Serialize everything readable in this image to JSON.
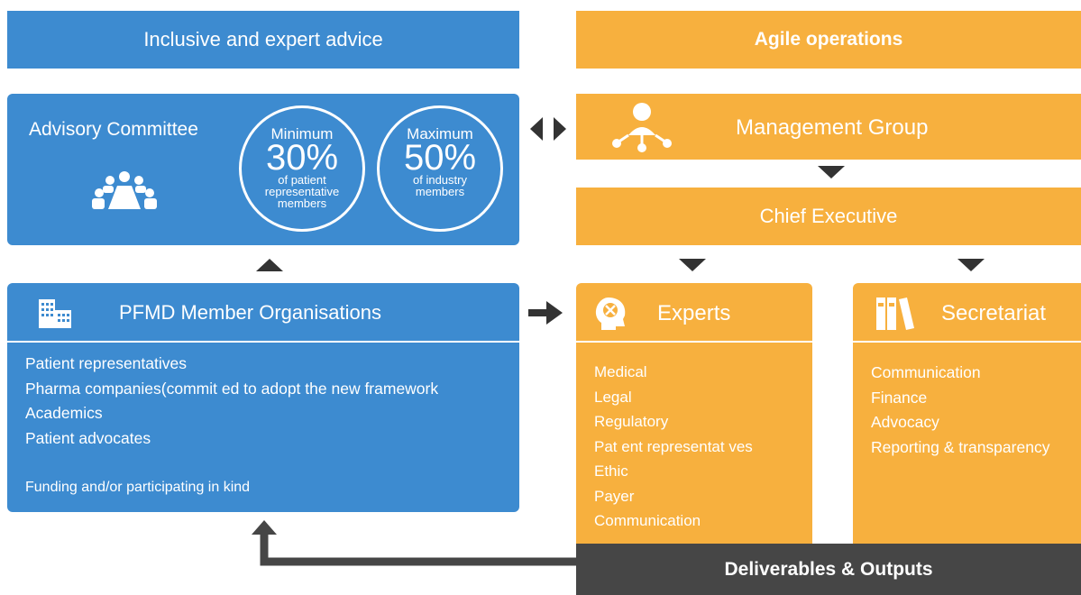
{
  "headers": {
    "left": "Inclusive and expert advice",
    "right": "Agile operations"
  },
  "advisory": {
    "title": "Advisory Committee",
    "min_circle": {
      "label": "Minimum",
      "value": "30%",
      "desc": [
        "of patient",
        "representative",
        "members"
      ]
    },
    "max_circle": {
      "label": "Maximum",
      "value": "50%",
      "desc": [
        "of industry",
        "members"
      ]
    }
  },
  "management": {
    "title": "Management Group"
  },
  "chief": {
    "title": "Chief Executive"
  },
  "members": {
    "title": "PFMD Member Organisations",
    "items": [
      "Patient representatives",
      "Pharma companies(commit ed to adopt the new framework",
      "Academics",
      "Patient advocates"
    ],
    "footer": "Funding and/or participating in kind"
  },
  "experts": {
    "title": "Experts",
    "items": [
      "Medical",
      "Legal",
      "Regulatory",
      "Pat ent representat ves",
      "Ethic",
      "Payer",
      "Communication"
    ]
  },
  "secretariat": {
    "title": "Secretariat",
    "items": [
      "Communication",
      "Finance",
      "Advocacy",
      "Reporting & transparency"
    ]
  },
  "deliverables": {
    "title": "Deliverables & Outputs"
  },
  "colors": {
    "blue": "#3d8bd0",
    "orange": "#f7b03e",
    "dark": "#464646"
  }
}
